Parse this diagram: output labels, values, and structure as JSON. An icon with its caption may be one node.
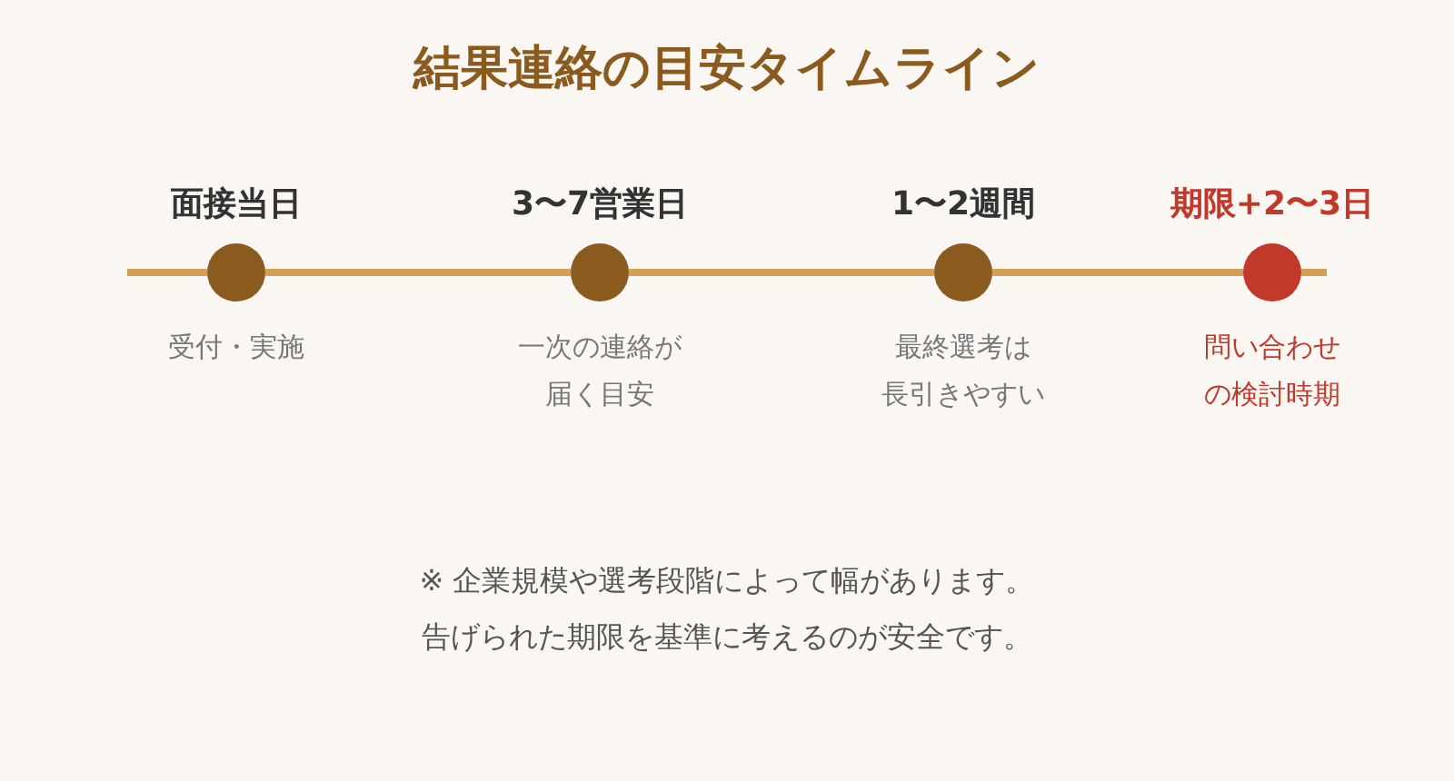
{
  "diagram": {
    "title": "結果連絡の目安タイムライン",
    "nodes": [
      {
        "text": [
          "面接当日"
        ],
        "beside": [
          "受付・実施"
        ]
      },
      {
        "text": [
          "3〜7営業日"
        ],
        "beside": [
          "一次の連絡が届く目安"
        ]
      },
      {
        "text": [
          "1〜2週間"
        ],
        "beside": [
          "最終選考は長引きやすい"
        ]
      },
      {
        "text": [
          "期限+2〜3日"
        ],
        "beside": [
          "問い合わせの検討時期"
        ]
      }
    ],
    "edges": [
      {
        "from": 0,
        "to": 1,
        "arrow": "none"
      },
      {
        "from": 1,
        "to": 2,
        "arrow": "none"
      },
      {
        "from": 2,
        "to": 3,
        "arrow": "none"
      }
    ],
    "labels": [
      "※ 企業規模や選考段階によって幅があります。",
      "告げられた期限を基準に考えるのが安全です。"
    ]
  }
}
